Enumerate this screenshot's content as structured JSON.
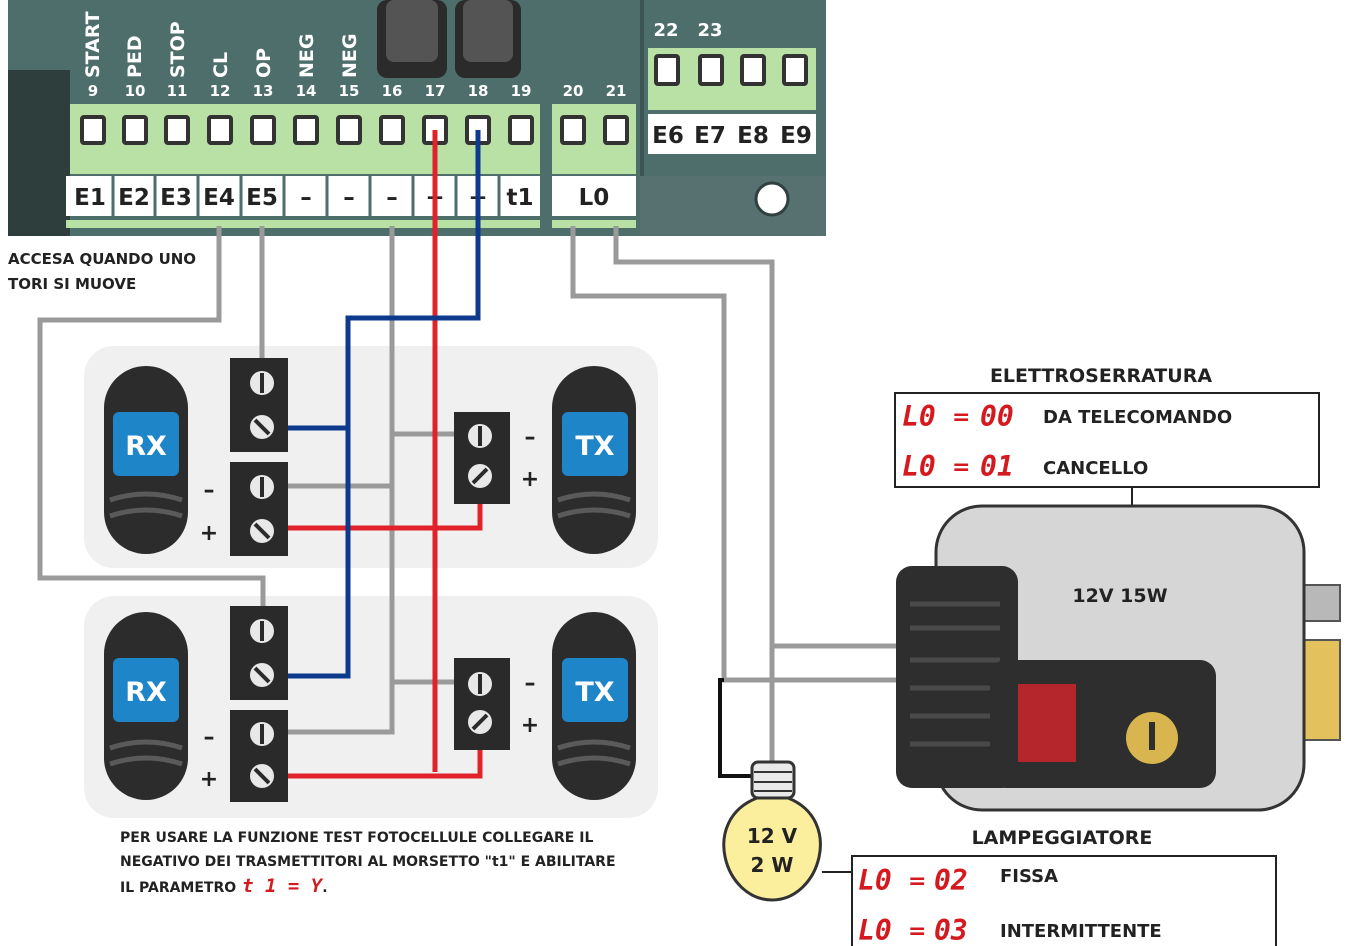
{
  "board": {
    "top_labels": [
      "START",
      "PED",
      "STOP",
      "CL",
      "OP",
      "NEG",
      "NEG",
      "22",
      "23"
    ],
    "numbers": [
      "9",
      "10",
      "11",
      "12",
      "13",
      "14",
      "15",
      "16",
      "17",
      "18",
      "19",
      "20",
      "21"
    ],
    "bottom_labels": [
      "E1",
      "E2",
      "E3",
      "E4",
      "E5",
      "–",
      "–",
      "–",
      "+",
      "+",
      "t1",
      "L0"
    ],
    "right_labels": [
      "E6",
      "E7",
      "E8",
      "E9"
    ]
  },
  "note_top": {
    "line1": "ACCESA QUANDO UNO",
    "line2": "TORI SI MUOVE"
  },
  "photocells": {
    "rx_label": "RX",
    "tx_label": "TX",
    "minus": "–",
    "plus": "+"
  },
  "note_bottom": {
    "line1": "PER USARE LA FUNZIONE TEST FOTOCELLULE COLLEGARE IL",
    "line2": "NEGATIVO DEI TRASMETTITORI AL MORSETTO  \"t1\" E ABILITARE",
    "line3": "IL PARAMETRO",
    "param_code": "t 1 = Y",
    "param_end": "."
  },
  "lock": {
    "title": "ELETTROSERRATURA",
    "rating": "12V 15W",
    "options": [
      {
        "code": "L0",
        "eq": "=",
        "value": "00",
        "text": "DA TELECOMANDO"
      },
      {
        "code": "L0",
        "eq": "=",
        "value": "01",
        "text": "CANCELLO"
      }
    ]
  },
  "lamp": {
    "title": "LAMPEGGIATORE",
    "voltage": "12 V",
    "power": "2 W",
    "options": [
      {
        "code": "L0",
        "eq": "=",
        "value": "02",
        "text": "FISSA"
      },
      {
        "code": "L0",
        "eq": "=",
        "value": "03",
        "text": "INTERMITTENTE"
      }
    ]
  },
  "colors": {
    "board": "#4e6e6c",
    "terminal": "#b9e0a5",
    "wire_gray": "#9a9a9a",
    "wire_red": "#e0232a",
    "wire_blue": "#0d3a8c",
    "badge_blue": "#1e85c8",
    "display_red": "#d41a1f"
  }
}
